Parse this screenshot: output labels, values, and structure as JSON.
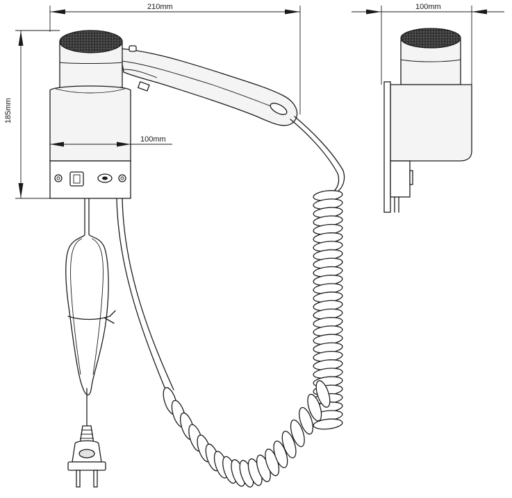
{
  "dimensions": {
    "width_front": "210mm",
    "width_side": "100mm",
    "height": "185mm",
    "holder_width": "100mm"
  },
  "colors": {
    "line": "#1a1a1a",
    "shade": "#e3e3e3",
    "background": "#ffffff"
  },
  "icons": [
    "hair-dryer-front-view",
    "hair-dryer-side-view",
    "coiled-cord",
    "power-plug"
  ]
}
